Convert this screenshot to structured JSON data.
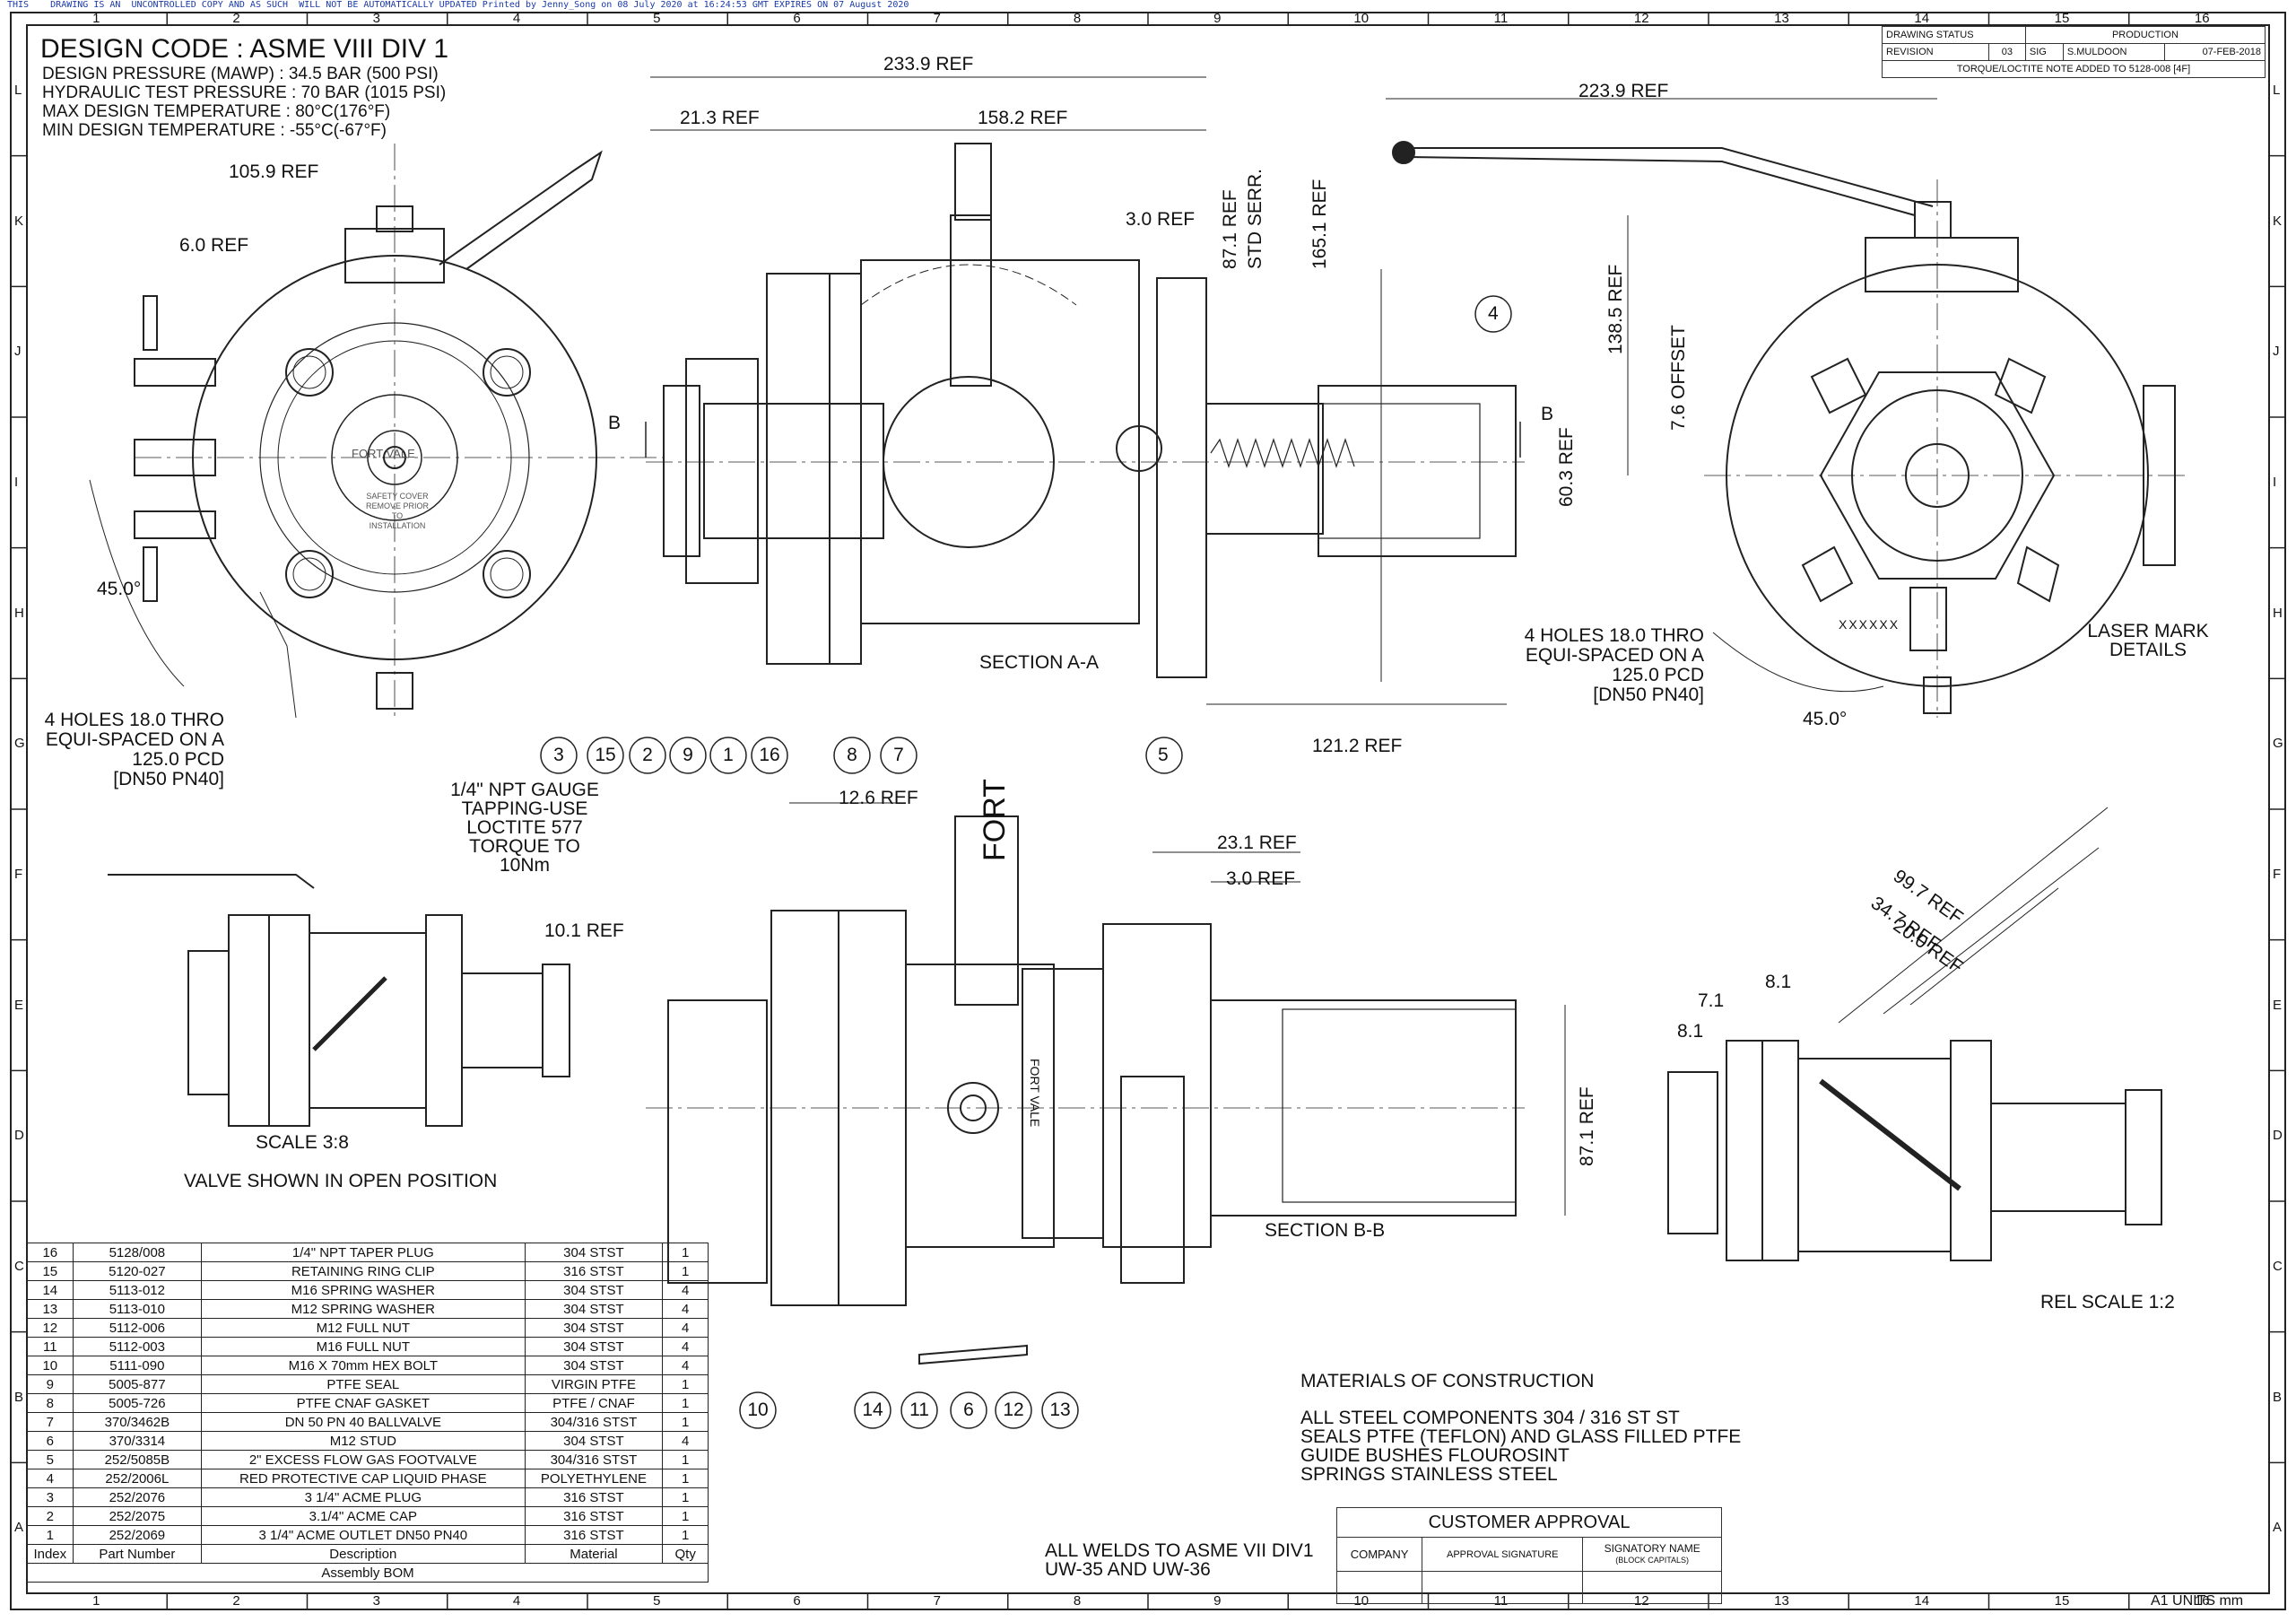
{
  "header": {
    "warning": "THIS    DRAWING IS AN  UNCONTROLLED COPY AND AS SUCH  WILL NOT BE AUTOMATICALLY UPDATED Printed by Jenny_Song on 08 July 2020 at 16:24:53 GMT EXPIRES ON 07 August 2020"
  },
  "grid": {
    "columns": [
      "1",
      "2",
      "3",
      "4",
      "5",
      "6",
      "7",
      "8",
      "9",
      "10",
      "11",
      "12",
      "13",
      "14",
      "15",
      "16"
    ],
    "rows": [
      "L",
      "K",
      "J",
      "I",
      "H",
      "G",
      "F",
      "E",
      "D",
      "C",
      "B",
      "A"
    ]
  },
  "design": {
    "code": "DESIGN CODE : ASME VIII DIV 1",
    "lines": [
      "DESIGN PRESSURE (MAWP) : 34.5 BAR (500 PSI)",
      "HYDRAULIC TEST PRESSURE : 70 BAR (1015 PSI)",
      "MAX DESIGN TEMPERATURE : 80°C(176°F)",
      "MIN DESIGN TEMPERATURE : -55°C(-67°F)"
    ]
  },
  "status": {
    "drawing_status_label": "DRAWING STATUS",
    "drawing_status": "PRODUCTION",
    "revision_label": "REVISION",
    "revision": "03",
    "sig_label": "SIG",
    "sig": "S.MULDOON",
    "date": "07-FEB-2018",
    "note": "TORQUE/LOCTITE NOTE ADDED TO 5128-008 [4F]"
  },
  "dims": {
    "d105": "105.9 REF",
    "d6": "6.0 REF",
    "d233": "233.9 REF",
    "d21": "21.3 REF",
    "d158": "158.2 REF",
    "d3a": "3.0 REF",
    "d87a": "87.1 REF",
    "std": "STD SERR.",
    "d165": "165.1 REF",
    "d223": "223.9 REF",
    "d138": "138.5 REF",
    "d76": "7.6 OFFSET",
    "d603": "60.3 REF",
    "d121": "121.2 REF",
    "d126": "12.6 REF",
    "d231": "23.1 REF",
    "d3b": "3.0 REF",
    "d101": "10.1 REF",
    "d87b": "87.1 REF",
    "d997": "99.7 REF",
    "d347": "34.7 REF",
    "d20": "20.0 REF",
    "d71": "7.1",
    "d81a": "8.1",
    "d81b": "8.1",
    "a45a": "45.0°",
    "a45b": "45.0°",
    "secB": "B",
    "secB2": "B"
  },
  "notes": {
    "holes_left": [
      "4 HOLES  18.0 THRO",
      "EQUI-SPACED ON A",
      "125.0 PCD",
      "[DN50 PN40]"
    ],
    "holes_right": [
      "4 HOLES  18.0 THRO",
      "EQUI-SPACED ON A",
      "125.0 PCD",
      "[DN50 PN40]"
    ],
    "gauge": [
      "1/4\" NPT GAUGE",
      "TAPPING-USE",
      "LOCTITE 577",
      "TORQUE TO",
      "10Nm"
    ],
    "laser": [
      "LASER MARK",
      "DETAILS"
    ],
    "laser_code": "XXXXXX",
    "section_aa": "SECTION  A-A",
    "section_bb": "SECTION  B-B",
    "scale_38": "SCALE  3:8",
    "open_pos": "VALVE SHOWN IN OPEN POSITION",
    "rel_scale": "REL SCALE  1:2",
    "fort_vale": "FORT VALE",
    "fort": "FORT",
    "plate_lines": [
      "SAFETY COVER",
      "REMOVE PRIOR TO",
      "INSTALLATION"
    ],
    "materials_title": "MATERIALS OF CONSTRUCTION",
    "materials": [
      "ALL STEEL COMPONENTS 304 / 316 ST ST",
      "SEALS PTFE (TEFLON) AND GLASS FILLED PTFE",
      "GUIDE BUSHES FLOUROSINT",
      "SPRINGS STAINLESS STEEL"
    ],
    "welds": [
      "ALL WELDS TO ASME VII DIV1",
      "UW-35 AND UW-36"
    ],
    "units": "A1 UNITS mm"
  },
  "balloons": {
    "row1": [
      "3",
      "15",
      "2",
      "9",
      "1",
      "16",
      "8",
      "7"
    ],
    "b5": "5",
    "b4": "4",
    "row2": [
      "10",
      "14",
      "11",
      "6",
      "12",
      "13"
    ]
  },
  "approval": {
    "title": "CUSTOMER APPROVAL",
    "company": "COMPANY",
    "signature": "APPROVAL SIGNATURE",
    "signatory": "SIGNATORY NAME",
    "block": "(BLOCK CAPITALS)"
  },
  "bom": {
    "caption": "Assembly BOM",
    "headers": [
      "Index",
      "Part Number",
      "Description",
      "Material",
      "Qty"
    ],
    "rows": [
      [
        "16",
        "5128/008",
        "1/4\" NPT TAPER PLUG",
        "304 STST",
        "1"
      ],
      [
        "15",
        "5120-027",
        "RETAINING RING CLIP",
        "316 STST",
        "1"
      ],
      [
        "14",
        "5113-012",
        "M16 SPRING WASHER",
        "304 STST",
        "4"
      ],
      [
        "13",
        "5113-010",
        "M12 SPRING WASHER",
        "304 STST",
        "4"
      ],
      [
        "12",
        "5112-006",
        "M12 FULL NUT",
        "304 STST",
        "4"
      ],
      [
        "11",
        "5112-003",
        "M16 FULL NUT",
        "304 STST",
        "4"
      ],
      [
        "10",
        "5111-090",
        "M16 X 70mm HEX BOLT",
        "304 STST",
        "4"
      ],
      [
        "9",
        "5005-877",
        "PTFE SEAL",
        "VIRGIN PTFE",
        "1"
      ],
      [
        "8",
        "5005-726",
        "PTFE CNAF GASKET",
        "PTFE / CNAF",
        "1"
      ],
      [
        "7",
        "370/3462B",
        "DN 50 PN 40 BALLVALVE",
        "304/316 STST",
        "1"
      ],
      [
        "6",
        "370/3314",
        "M12 STUD",
        "304 STST",
        "4"
      ],
      [
        "5",
        "252/5085B",
        "2\" EXCESS FLOW GAS FOOTVALVE",
        "304/316 STST",
        "1"
      ],
      [
        "4",
        "252/2006L",
        "RED PROTECTIVE CAP LIQUID PHASE",
        "POLYETHYLENE",
        "1"
      ],
      [
        "3",
        "252/2076",
        "3 1/4\" ACME PLUG",
        "316 STST",
        "1"
      ],
      [
        "2",
        "252/2075",
        "3.1/4\" ACME CAP",
        "316 STST",
        "1"
      ],
      [
        "1",
        "252/2069",
        "3 1/4\" ACME OUTLET DN50 PN40",
        "316 STST",
        "1"
      ]
    ]
  }
}
